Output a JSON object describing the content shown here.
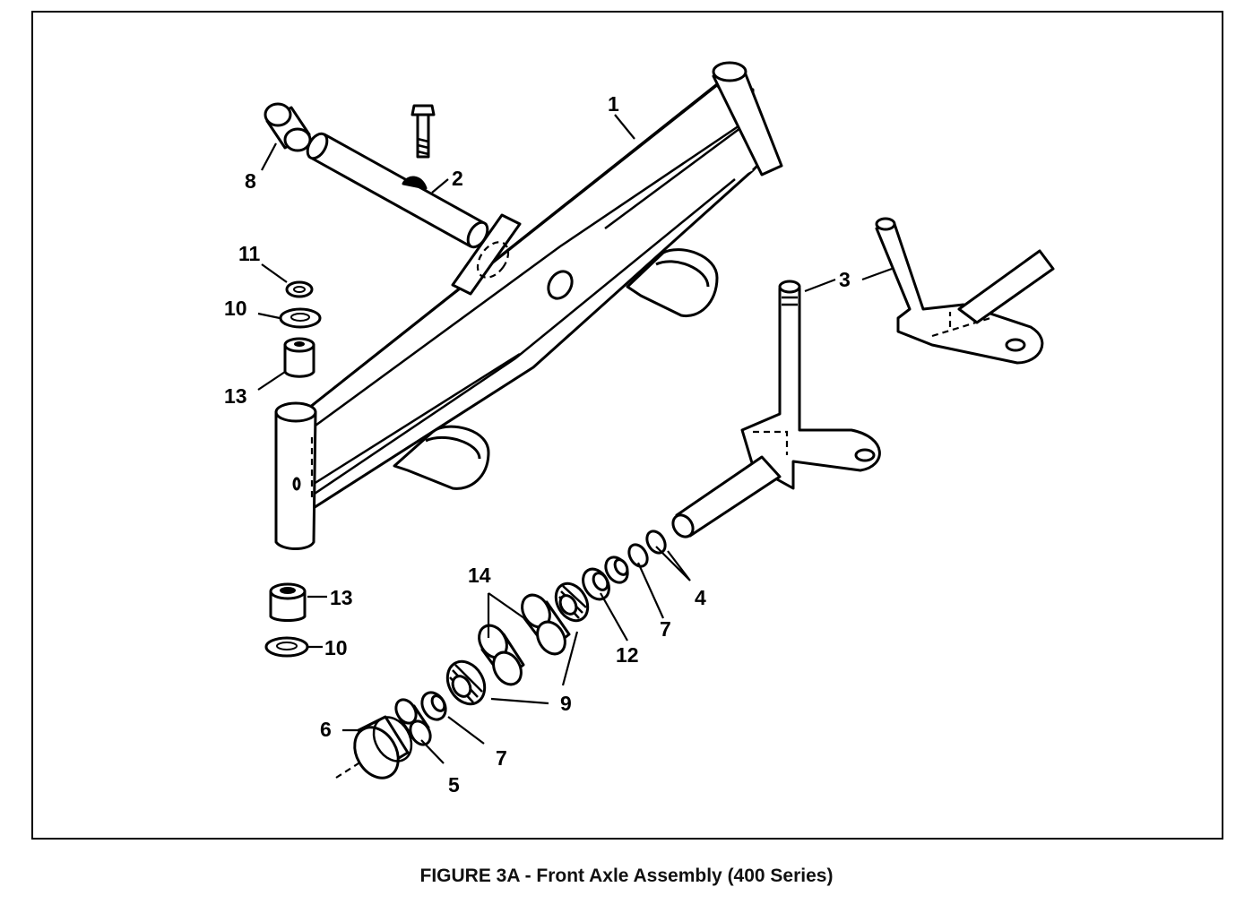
{
  "caption": "FIGURE 3A - Front Axle Assembly (400 Series)",
  "callouts": {
    "c1": "1",
    "c2": "2",
    "c3": "3",
    "c4": "4",
    "c5": "5",
    "c6": "6",
    "c7a": "7",
    "c7b": "7",
    "c8": "8",
    "c9": "9",
    "c10a": "10",
    "c10b": "10",
    "c11": "11",
    "c12": "12",
    "c13a": "13",
    "c13b": "13",
    "c14": "14"
  }
}
